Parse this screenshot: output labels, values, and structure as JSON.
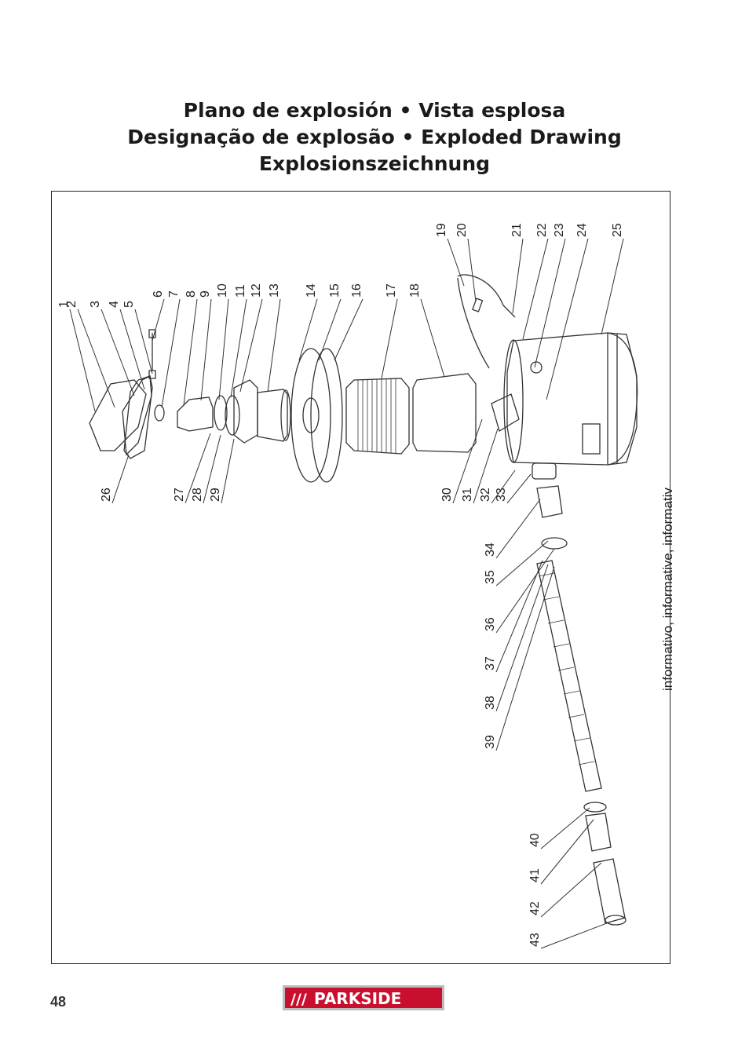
{
  "title": {
    "line1": "Plano de explosión • Vista esplosa",
    "line2": "Designação de explosão • Exploded Drawing",
    "line3": "Explosionszeichnung"
  },
  "side_note": "informativo, informative, informativ",
  "page_number": "48",
  "logo": {
    "slashes": "///",
    "brand": "PARKSIDE",
    "brand_color": "#c8102e"
  },
  "callouts": [
    "1",
    "2",
    "3",
    "4",
    "5",
    "6",
    "7",
    "8",
    "9",
    "10",
    "11",
    "12",
    "13",
    "14",
    "15",
    "16",
    "17",
    "18",
    "19",
    "20",
    "21",
    "22",
    "23",
    "24",
    "25",
    "26",
    "27",
    "28",
    "29",
    "30",
    "31",
    "32",
    "33",
    "34",
    "35",
    "36",
    "37",
    "38",
    "39",
    "40",
    "41",
    "42",
    "43"
  ]
}
